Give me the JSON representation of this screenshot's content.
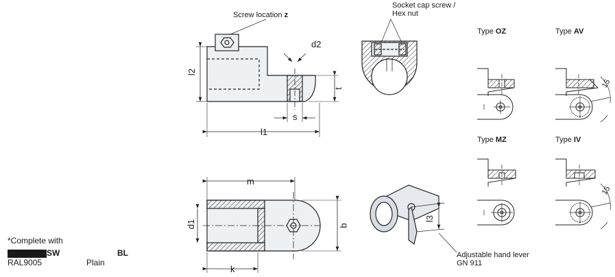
{
  "labels": {
    "screw_location": "Screw location",
    "screw_location_var": "z",
    "socket_screw_1": "Socket cap screw /",
    "socket_screw_2": "Hex nut",
    "hand_lever_1": "Adjustable hand lever",
    "hand_lever_2": "GN 911"
  },
  "types": [
    {
      "prefix": "Type ",
      "code": "OZ"
    },
    {
      "prefix": "Type ",
      "code": "AV"
    },
    {
      "prefix": "Type ",
      "code": "MZ"
    },
    {
      "prefix": "Type ",
      "code": "IV"
    }
  ],
  "dimensions": {
    "l2": "l2",
    "d2": "d2",
    "t": "t",
    "s": "s",
    "l1": "l1",
    "m": "m",
    "d1": "d1",
    "b": "b",
    "k": "k",
    "l3": "l3",
    "angle_av": "15",
    "angle_iv": "15"
  },
  "legend": {
    "title_star": "*",
    "title": "Complete with",
    "finish_code": "SW",
    "finish_code2": "BL",
    "finish_name": "RAL9005",
    "finish_name2": "Plain",
    "swatch_color": "#1a1a1a"
  }
}
